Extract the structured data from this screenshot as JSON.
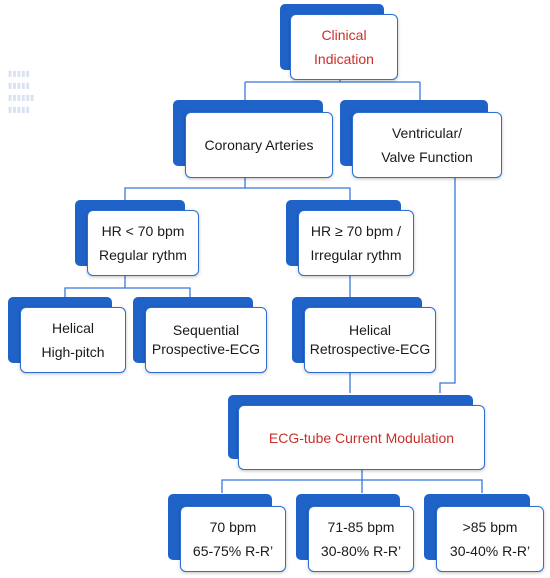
{
  "nodes": {
    "clinical": {
      "line1": "Clinical",
      "line2": "Indication"
    },
    "coronary": {
      "line1": "Coronary Arteries"
    },
    "ventricular": {
      "line1": "Ventricular/",
      "line2": "Valve Function"
    },
    "hr_low": {
      "line1": "HR < 70 bpm",
      "line2": "Regular rythm"
    },
    "hr_high": {
      "line1": "HR ≥ 70 bpm /",
      "line2": "Irregular rythm"
    },
    "helical_high_pitch": {
      "line1": "Helical",
      "line2": "High-pitch"
    },
    "sequential": {
      "line1": "Sequential",
      "line2": "Prospective-ECG"
    },
    "helical_retro": {
      "line1": "Helical",
      "line2": "Retrospective-ECG"
    },
    "ecg_tube": {
      "line1": "ECG-tube Current Modulation"
    },
    "bpm70": {
      "line1": "70 bpm",
      "line2": "65-75% R-R’"
    },
    "bpm71_85": {
      "line1": "71-85 bpm",
      "line2": "30-80% R-R’"
    },
    "bpm85": {
      "line1": ">85 bpm",
      "line2": "30-40% R-R’"
    }
  },
  "colors": {
    "shadow": "#1f63c9",
    "border": "#2c6fd1",
    "connector": "#3b78d8",
    "highlight_text": "#c8302a"
  }
}
